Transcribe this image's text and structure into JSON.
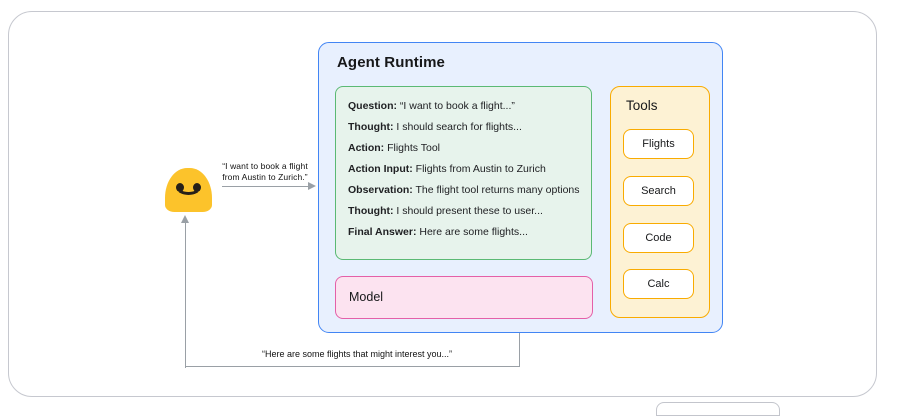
{
  "user": {
    "request_line1": "“I want to book a flight",
    "request_line2": "from Austin to Zurich.”",
    "response_text": "“Here are some flights that might interest you...”"
  },
  "agent_runtime": {
    "title": "Agent Runtime",
    "scratchpad": {
      "lines": [
        {
          "label": "Question:",
          "text": " “I want to book a flight...”"
        },
        {
          "label": "Thought:",
          "text": " I should search for flights..."
        },
        {
          "label": "Action:",
          "text": " Flights Tool"
        },
        {
          "label": "Action Input:",
          "text": " Flights from Austin to Zurich"
        },
        {
          "label": "Observation:",
          "text": " The flight tool returns many options"
        },
        {
          "label": "Thought:",
          "text": " I should present these to user..."
        },
        {
          "label": "Final Answer:",
          "text": " Here are some flights..."
        }
      ]
    },
    "model": {
      "label": "Model"
    },
    "tools": {
      "title": "Tools",
      "buttons": [
        {
          "label": "Flights"
        },
        {
          "label": "Search"
        },
        {
          "label": "Code"
        },
        {
          "label": "Calc"
        }
      ]
    }
  },
  "colors": {
    "runtime_border": "#4285f4",
    "runtime_fill": "#e8f0fe",
    "scratchpad_border": "#5bb974",
    "scratchpad_fill": "#e7f3ec",
    "model_border": "#e460a8",
    "model_fill": "#fce3f0",
    "tools_border": "#f9ab00",
    "tools_fill": "#fdf2d4",
    "arrow_gray": "#9aa0a6",
    "emoji_yellow": "#fcc32b"
  }
}
